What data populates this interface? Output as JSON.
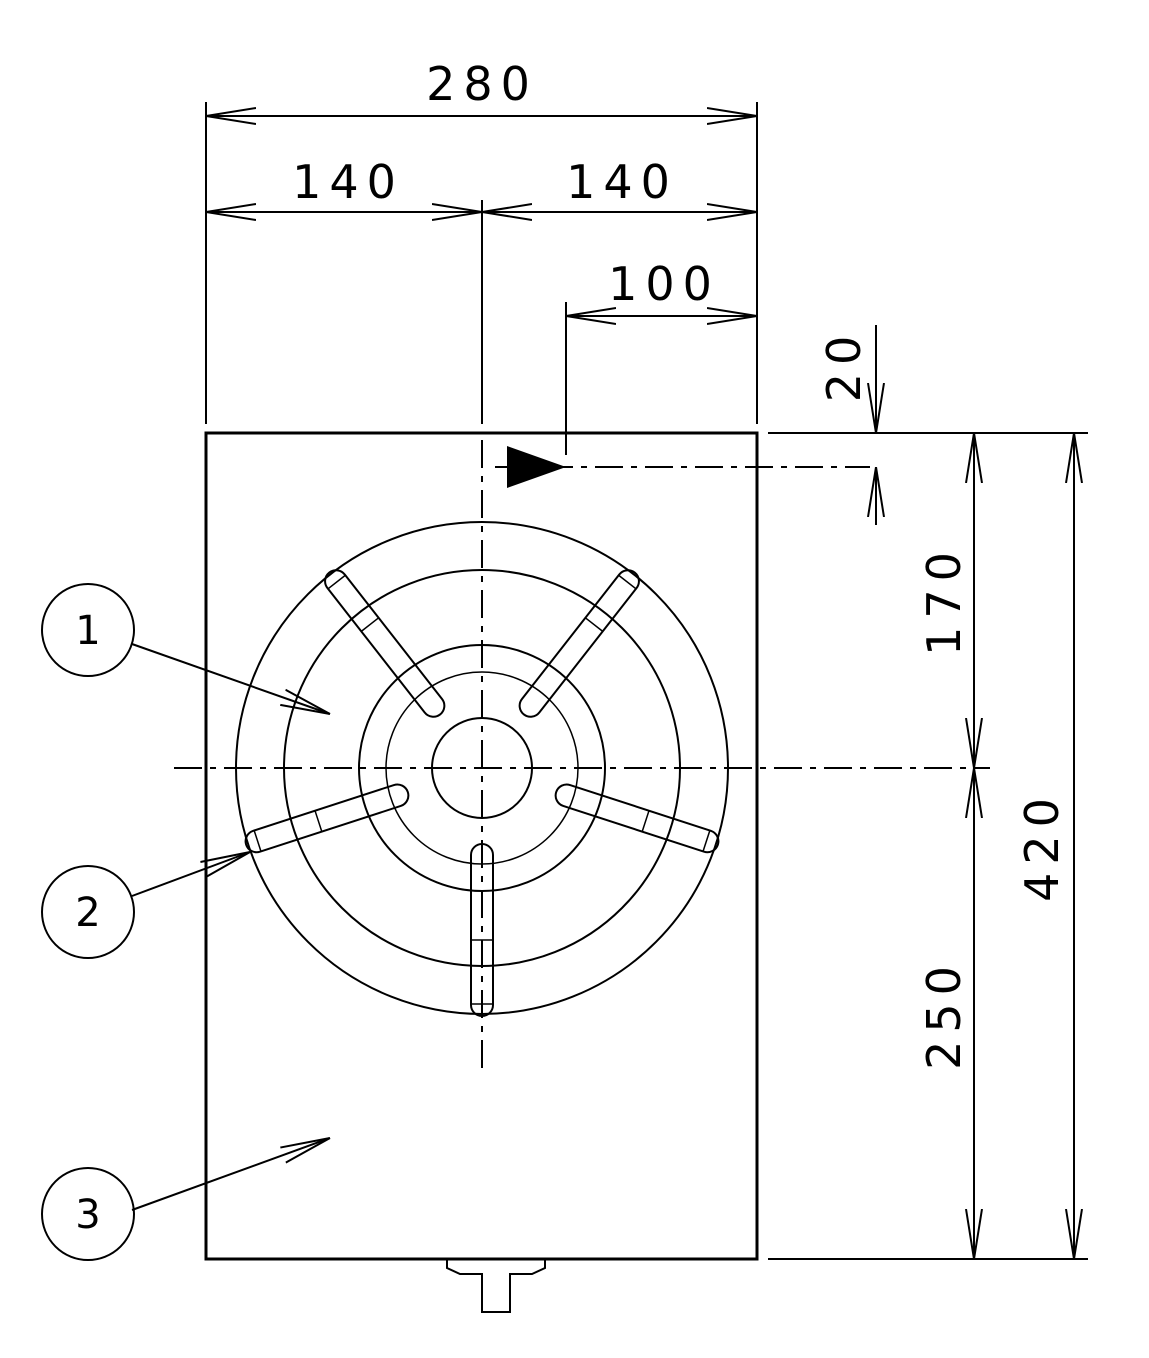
{
  "dimensions": {
    "overall_width": "280",
    "half_width_left": "140",
    "half_width_right": "140",
    "inlet_offset": "100",
    "inlet_top_offset": "20",
    "burner_center_from_top": "170",
    "burner_center_from_bottom": "250",
    "overall_depth": "420"
  },
  "callouts": [
    {
      "number": "1"
    },
    {
      "number": "2"
    },
    {
      "number": "3"
    }
  ],
  "colors": {
    "line": "#000000",
    "background": "#ffffff"
  }
}
